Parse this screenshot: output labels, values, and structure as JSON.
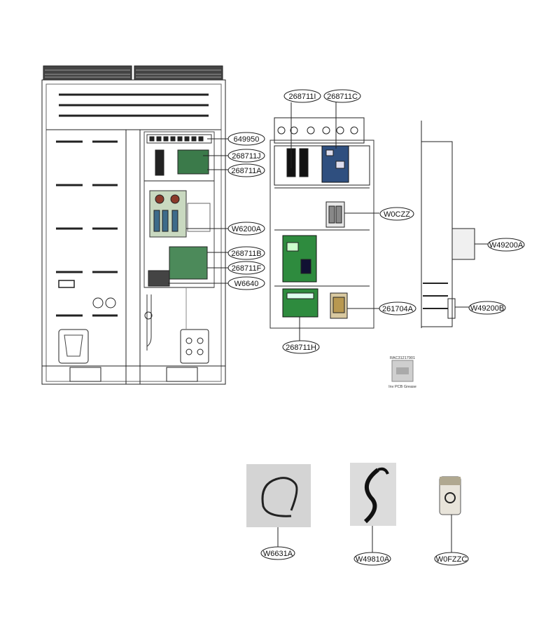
{
  "callouts": {
    "c649950": "649950",
    "c268711J": "268711J",
    "c268711A": "268711A",
    "c6200A": "W6200A",
    "c268711B": "268711B",
    "c268711F": "268711F",
    "c6640": "W6640",
    "c268711I": "268711I",
    "c268711C": "268711C",
    "cW0CZZ": "W0CZZ",
    "c261704A": "261704A",
    "c268711H": "268711H",
    "cW49200A": "W49200A",
    "cW49200B": "W49200B",
    "cW6631A": "W6631A",
    "cW49810A": "W49810A",
    "cW0FZZC": "W0FZZC"
  },
  "grease": {
    "code": "RAC31217901",
    "caption": "Inv PCB Grease"
  },
  "colors": {
    "line": "#222222",
    "pcb_green": "#2e8b3e",
    "pcb_blue": "#2f4f7f",
    "photo_bg": "#d4d4d4"
  }
}
